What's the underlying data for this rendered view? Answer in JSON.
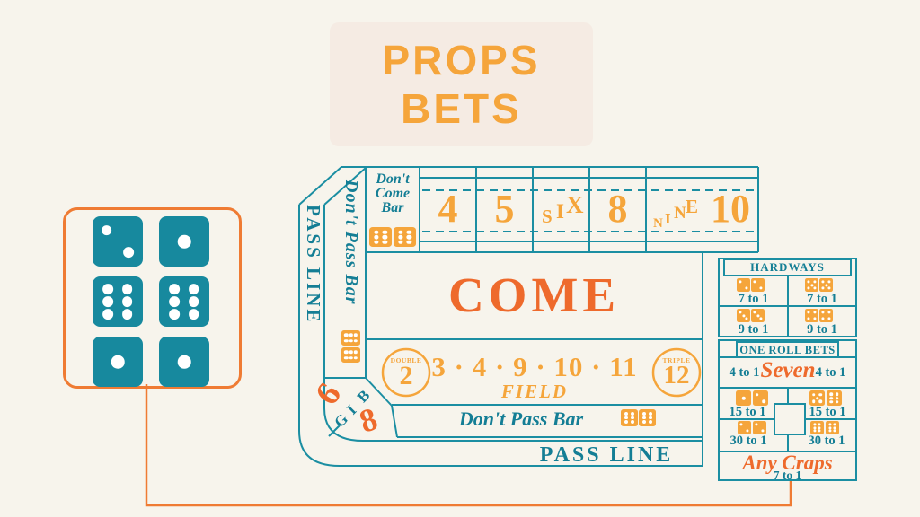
{
  "title": {
    "line1": "PROPS",
    "line2": "BETS"
  },
  "dice_legend": {
    "faces": [
      2,
      1,
      6,
      6,
      1,
      1
    ]
  },
  "table": {
    "pass_line_left": "PASS LINE",
    "dont_pass_bar_left": "Don't Pass Bar",
    "dont_pass_bar_side_dice": [
      6,
      6
    ],
    "dont_come_bar": {
      "line1": "Don't",
      "line2": "Come",
      "line3": "Bar",
      "dice": [
        6,
        6
      ]
    },
    "point_numbers": {
      "n4": "4",
      "n5": "5",
      "six": [
        "S",
        "I",
        "X"
      ],
      "n8": "8",
      "nine": [
        "N",
        "I",
        "N",
        "E"
      ],
      "n10": "10"
    },
    "come": "COME",
    "field": {
      "double_label": "DOUBLE",
      "double_number": "2",
      "numbers": "3 · 4 · 9 · 10 · 11",
      "label": "FIELD",
      "triple_label": "TRIPLE",
      "triple_number": "12"
    },
    "dont_pass_bar_bottom": {
      "label": "Don't Pass Bar",
      "dice": [
        6,
        6
      ]
    },
    "pass_line_bottom": "PASS LINE",
    "big": {
      "letters": [
        "B",
        "I",
        "G"
      ],
      "six": "6",
      "eight": "8"
    }
  },
  "hardways": {
    "title": "HARDWAYS",
    "cells": [
      {
        "dice": [
          2,
          2
        ],
        "odds": "7 to 1"
      },
      {
        "dice": [
          5,
          5
        ],
        "odds": "7 to 1"
      },
      {
        "dice": [
          3,
          3
        ],
        "odds": "9 to 1"
      },
      {
        "dice": [
          4,
          4
        ],
        "odds": "9 to 1"
      }
    ]
  },
  "one_roll_bets": {
    "title": "ONE ROLL BETS",
    "seven": {
      "left_odds": "4 to 1",
      "label": "Seven",
      "right_odds": "4 to 1"
    },
    "cells": [
      {
        "dice": [
          1,
          2
        ],
        "odds": "15 to 1"
      },
      {
        "dice": [
          5,
          6
        ],
        "odds": "15 to 1"
      },
      {
        "dice": [
          2,
          2
        ],
        "odds": "30 to 1"
      },
      {
        "dice": [
          6,
          6
        ],
        "odds": "30 to 1"
      }
    ],
    "any_craps": {
      "label": "Any Craps",
      "odds": "7 to 1"
    }
  },
  "colors": {
    "teal_line": "#1b8ea2",
    "teal_text": "#147e95",
    "teal_dice": "#17899e",
    "orange": "#f5a53b",
    "orange_red": "#ee6a2c",
    "connector_orange": "#ef7b33",
    "background": "#f7f4ec",
    "title_panel": "#f5ebe3"
  }
}
